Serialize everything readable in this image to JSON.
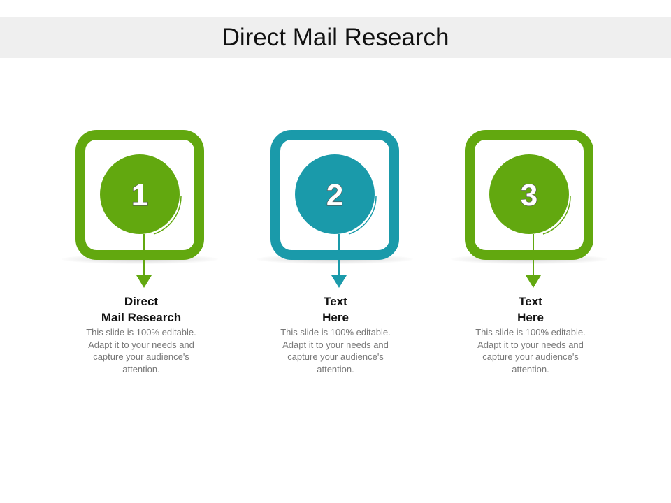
{
  "title": "Direct Mail Research",
  "steps": [
    {
      "number": "1",
      "color": "#62a80f",
      "heading": "Direct\nMail Research",
      "description": "This slide is 100% editable. Adapt it to your needs and capture your audience's attention."
    },
    {
      "number": "2",
      "color": "#1a9aaa",
      "heading": "Text\nHere",
      "description": "This slide is 100% editable. Adapt it to your needs and capture your audience's attention."
    },
    {
      "number": "3",
      "color": "#62a80f",
      "heading": "Text\nHere",
      "description": "This slide is 100% editable. Adapt it to your needs and capture your audience's attention."
    }
  ]
}
